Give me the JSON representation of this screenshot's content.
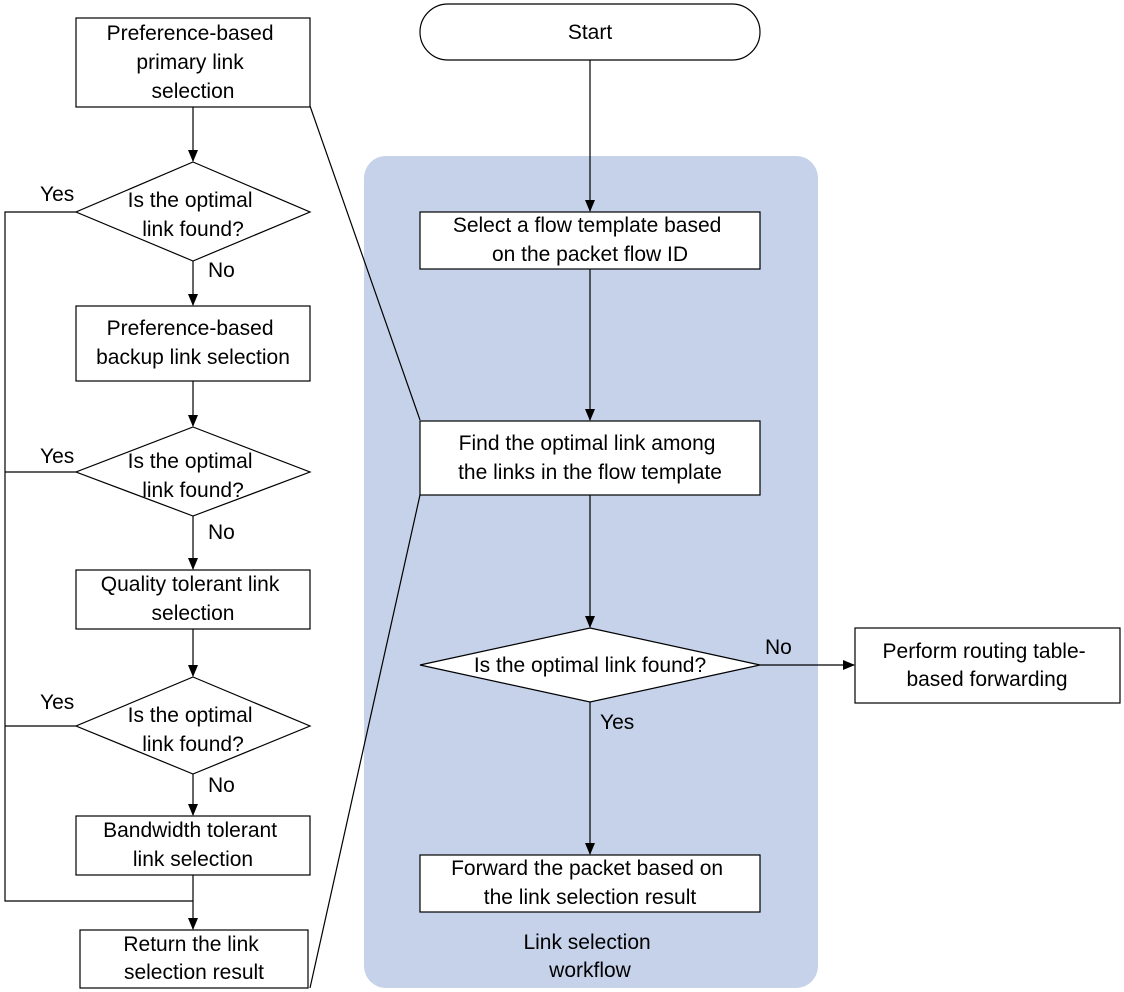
{
  "colors": {
    "panel": "#c5d2ea",
    "stroke": "#000000",
    "background": "#ffffff"
  },
  "main": {
    "start": "Start",
    "select_template": [
      "Select a flow template based",
      "on the packet flow ID"
    ],
    "find_optimal": [
      "Find the optimal link among",
      "the links in the flow template"
    ],
    "decision": "Is the optimal link found?",
    "decision_no": "No",
    "decision_yes": "Yes",
    "routing_table": [
      "Perform routing table-",
      "based forwarding"
    ],
    "forward": [
      "Forward the packet based on",
      "the link selection result"
    ],
    "panel_caption": [
      "Link selection",
      "workflow"
    ]
  },
  "detail": {
    "primary": [
      "Preference-based",
      "primary link",
      "selection"
    ],
    "decision": [
      "Is the optimal",
      "link found?"
    ],
    "yes": "Yes",
    "no": "No",
    "backup": [
      "Preference-based",
      "backup link selection"
    ],
    "quality": [
      "Quality tolerant link",
      "selection"
    ],
    "bandwidth": [
      "Bandwidth tolerant",
      "link selection"
    ],
    "result": [
      "Return the link",
      "selection result"
    ]
  }
}
